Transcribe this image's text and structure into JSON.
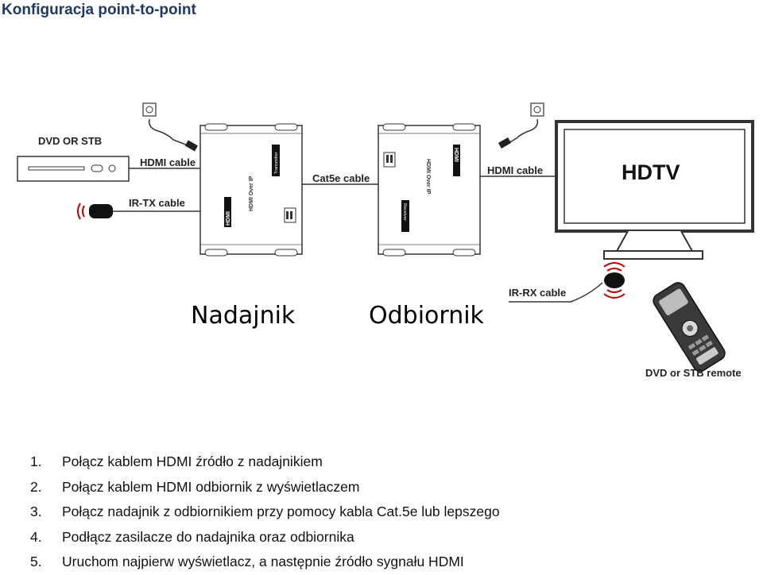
{
  "page_title": "Konfiguracja point-to-point",
  "diagram": {
    "dvd_label": "DVD OR STB",
    "hdmi_cable_left": "HDMI cable",
    "ir_tx_cable": "IR-TX cable",
    "cat5e_cable": "Cat5e cable",
    "hdmi_cable_right": "HDMI cable",
    "hdtv": "HDTV",
    "ir_rx_cable": "IR-RX cable",
    "remote_label": "DVD or STB remote",
    "transmitter_caption": "Nadajnik",
    "receiver_caption": "Odbiornik",
    "tx_device_text": "HDMI Over IP",
    "rx_device_text": "HDMI Over IP",
    "tx_badge": "Transmitter",
    "rx_badge": "Receiver",
    "hdmi_logo": "HDMI"
  },
  "steps": [
    {
      "num": "1.",
      "text": "Połącz kablem HDMI źródło z nadajnikiem"
    },
    {
      "num": "2.",
      "text": "Połącz kablem HDMI odbiornik z wyświetlaczem"
    },
    {
      "num": "3.",
      "text": "Połącz nadajnik z odbiornikiem przy pomocy kabla Cat.5e lub lepszego"
    },
    {
      "num": "4.",
      "text": "Podłącz zasilacze do nadajnika oraz odbiornika"
    },
    {
      "num": "5.",
      "text": "Uruchom najpierw wyświetlacz, a następnie źródło sygnału HDMI"
    }
  ]
}
